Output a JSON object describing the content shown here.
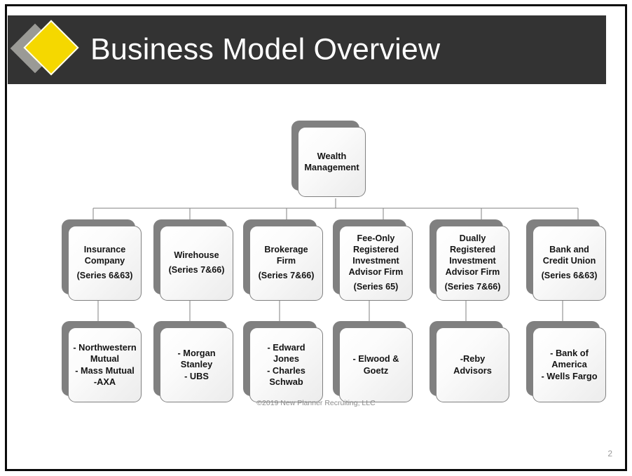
{
  "slide": {
    "title": "Business Model Overview",
    "footer": "©2019 New Planner Recruiting, LLC",
    "page_number": "2",
    "colors": {
      "header_bg": "#333333",
      "title_text": "#ffffff",
      "logo_yellow": "#f5d800",
      "logo_gray": "#9a9a96",
      "frame": "#0b0b0b",
      "node_border": "#808080",
      "node_shadow": "#808080",
      "node_fill": "#f3f3f3",
      "node_text": "#141414",
      "connector": "#808080",
      "footer_text": "#8b8b8b"
    },
    "logo": {
      "back_shape": "gray-diamond",
      "front_shape": "yellow-diamond"
    }
  },
  "chart_data": {
    "type": "diagram",
    "diagram_kind": "org-chart",
    "title": "Business Model Overview",
    "root": {
      "id": "wealth-management",
      "label": "Wealth\nManagement"
    },
    "level2": [
      {
        "id": "insurance-company",
        "name": "Insurance\nCompany",
        "series": "(Series 6&63)"
      },
      {
        "id": "wirehouse",
        "name": "Wirehouse",
        "series": "(Series 7&66)"
      },
      {
        "id": "brokerage-firm",
        "name": "Brokerage\nFirm",
        "series": "(Series 7&66)"
      },
      {
        "id": "fee-only-ria",
        "name": "Fee-Only\nRegistered\nInvestment\nAdvisor Firm",
        "series": "(Series 65)"
      },
      {
        "id": "dually-registered-ria",
        "name": "Dually\nRegistered\nInvestment\nAdvisor Firm",
        "series": "(Series 7&66)"
      },
      {
        "id": "bank-credit-union",
        "name": "Bank and\nCredit Union",
        "series": "(Series 6&63)"
      }
    ],
    "level3": [
      {
        "id": "insurance-examples",
        "label": "- Northwestern\nMutual\n- Mass Mutual\n-AXA",
        "firms": [
          "Northwestern Mutual",
          "Mass Mutual",
          "AXA"
        ]
      },
      {
        "id": "wirehouse-examples",
        "label": "- Morgan\nStanley\n- UBS",
        "firms": [
          "Morgan Stanley",
          "UBS"
        ]
      },
      {
        "id": "brokerage-examples",
        "label": "- Edward Jones\n- Charles\nSchwab",
        "firms": [
          "Edward Jones",
          "Charles Schwab"
        ]
      },
      {
        "id": "fee-only-examples",
        "label": "- Elwood &\nGoetz",
        "firms": [
          "Elwood & Goetz"
        ]
      },
      {
        "id": "dually-registered-examples",
        "label": "-Reby Advisors",
        "firms": [
          "Reby Advisors"
        ]
      },
      {
        "id": "bank-examples",
        "label": "- Bank of\nAmerica\n- Wells Fargo",
        "firms": [
          "Bank of America",
          "Wells Fargo"
        ]
      }
    ]
  }
}
